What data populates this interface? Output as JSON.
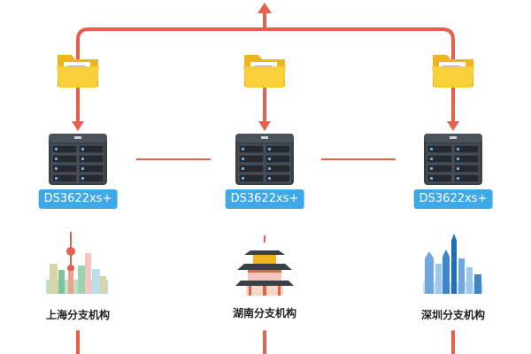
{
  "branches": [
    {
      "device_label": "DS3622xs+",
      "city_name": "上海分支机构"
    },
    {
      "device_label": "DS3622xs+",
      "city_name": "湖南分支机构"
    },
    {
      "device_label": "DS3622xs+",
      "city_name": "深圳分支机构"
    }
  ],
  "colors": {
    "connector": "#e4604f",
    "label_bg": "#3fa9e8",
    "folder_back": "#f2b41c",
    "folder_front": "#f9cf3c",
    "nas_body": "#3a4048"
  }
}
